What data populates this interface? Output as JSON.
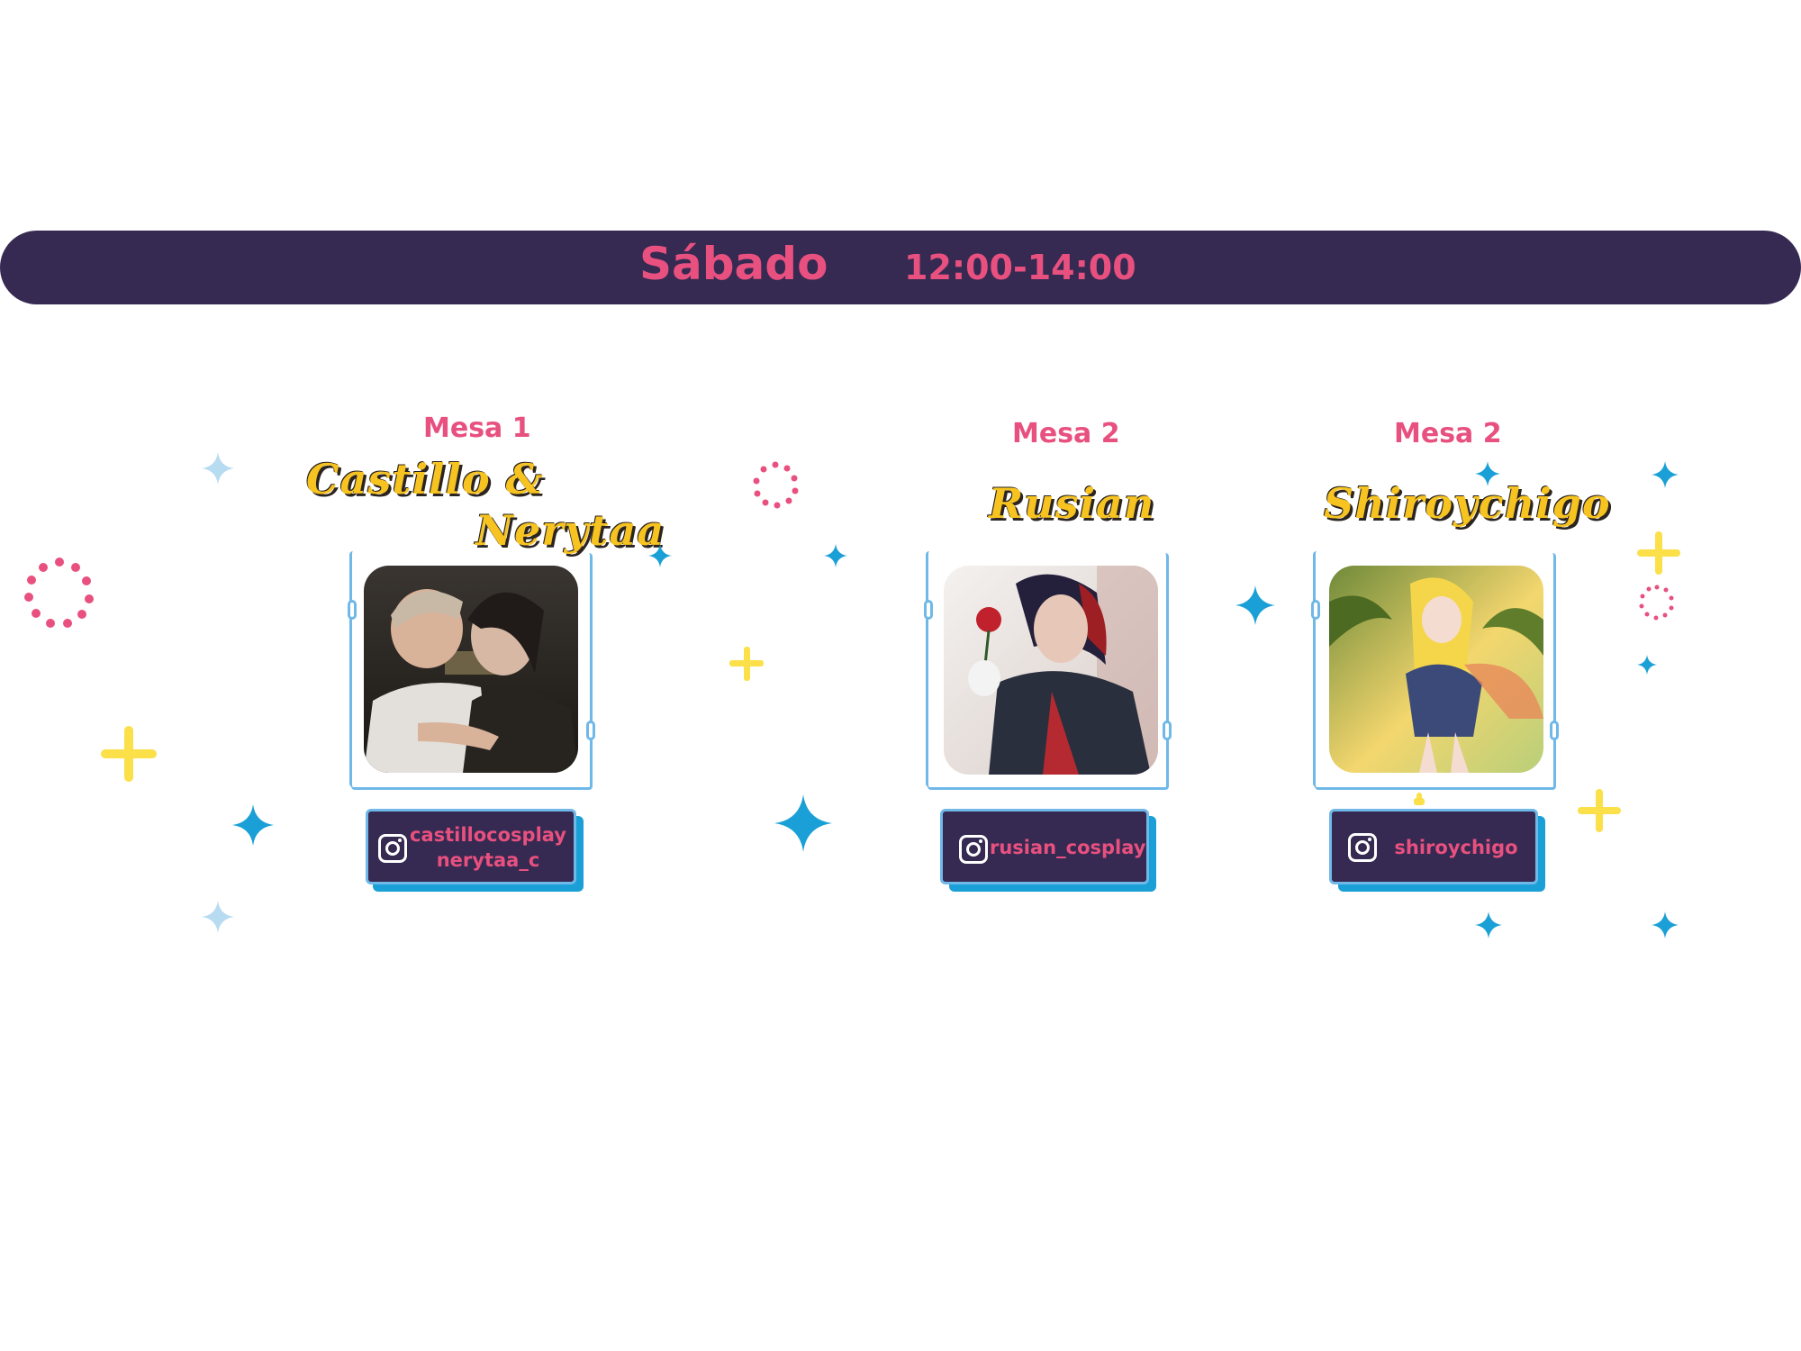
{
  "banner": {
    "day": "Sábado",
    "time": "12:00-14:00"
  },
  "tables": [
    {
      "mesa": "Mesa 1",
      "name_line1": "Castillo &",
      "name_line2": "Nerytaa",
      "instagram_line1": "castillocosplay",
      "instagram_line2": "nerytaa_c"
    },
    {
      "mesa": "Mesa 2",
      "name": "Rusian",
      "instagram": "rusian_cosplay"
    },
    {
      "mesa": "Mesa 2",
      "name": "Shiroychigo",
      "instagram": "shiroychigo"
    }
  ],
  "colors": {
    "banner": "#362a52",
    "accent_pink": "#e8507f",
    "name_yellow": "#f6c320",
    "frame_blue": "#6fb8e8",
    "sparkle_blue": "#1aa0d6",
    "sparkle_yellow": "#fbe04a"
  }
}
